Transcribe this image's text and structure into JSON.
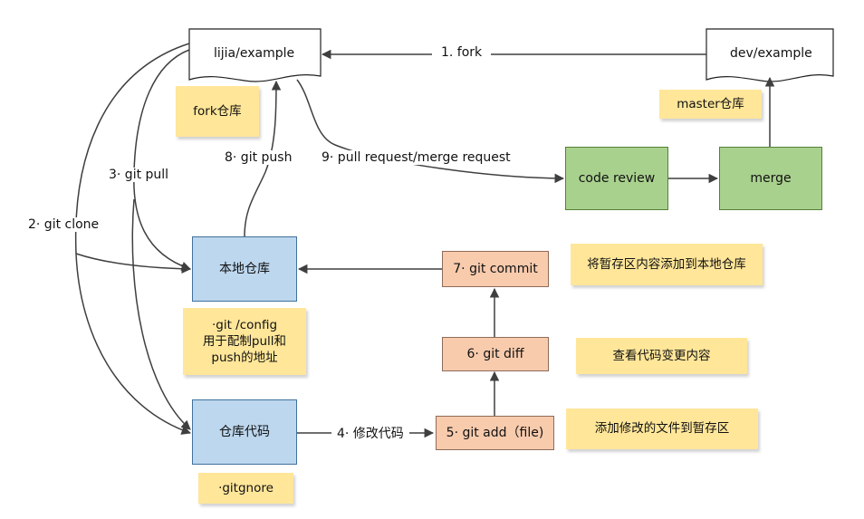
{
  "nodes": {
    "fork_repo": "lijia/example",
    "upstream_repo": "dev/example",
    "code_review": "code review",
    "merge": "merge",
    "local_repo": "本地仓库",
    "working_code": "仓库代码",
    "git_commit": "7· git commit",
    "git_diff": "6· git diff",
    "git_add": "5· git add（file)"
  },
  "edges": {
    "fork": "1. fork",
    "clone": "2· git clone",
    "pull": "3· git pull",
    "modify": "4· 修改代码",
    "push": "8· git push",
    "pull_request": "9· pull request/merge request"
  },
  "notes": {
    "fork_repo": "fork仓库",
    "master_repo": "master仓库",
    "config_line1": "·git /config",
    "config_line2": "用于配制pull和",
    "config_line3": "push的地址",
    "gitignore": "·gitgnore",
    "commit_desc": "将暂存区内容添加到本地仓库",
    "diff_desc": "查看代码变更内容",
    "add_desc": "添加修改的文件到暂存区"
  },
  "colors": {
    "repo_box": "#bdd7ee",
    "review_box": "#a9d18e",
    "command_box": "#f8cbad",
    "note": "#ffe699",
    "line": "#3f3f3f"
  }
}
